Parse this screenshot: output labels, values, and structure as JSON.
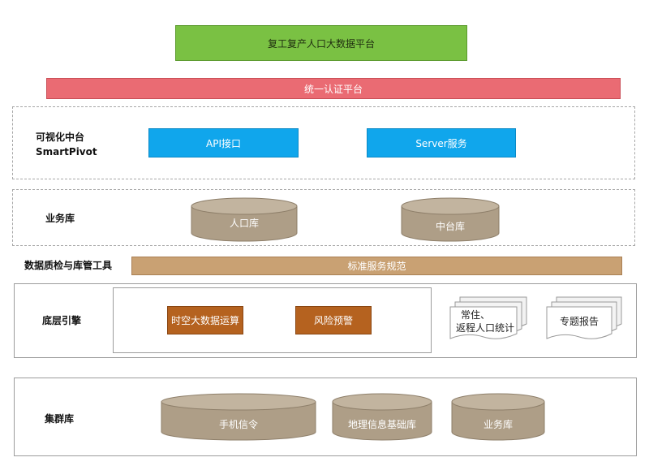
{
  "top": {
    "title": "复工复产人口大数据平台"
  },
  "auth": {
    "label": "统一认证平台"
  },
  "visual": {
    "label_line1": "可视化中台",
    "label_line2": "SmartPivot",
    "api": "API接口",
    "server": "Server服务"
  },
  "business": {
    "label": "业务库",
    "db1": "人口库",
    "db2": "中台库"
  },
  "quality": {
    "label": "数据质检与库管工具",
    "standard": "标准服务规范"
  },
  "engine": {
    "label": "底层引擎",
    "compute": "时空大数据运算",
    "risk": "风险预警",
    "doc1_line1": "常住、",
    "doc1_line2": "返程人口统计",
    "doc2": "专题报告"
  },
  "cluster": {
    "label": "集群库",
    "db1": "手机信令",
    "db2": "地理信息基础库",
    "db3": "业务库"
  },
  "colors": {
    "green": "#7ac143",
    "red": "#ea6b73",
    "blue": "#10a6ec",
    "tan": "#c9a173",
    "brown": "#b5621f",
    "cylinder": "#ae9e87"
  }
}
